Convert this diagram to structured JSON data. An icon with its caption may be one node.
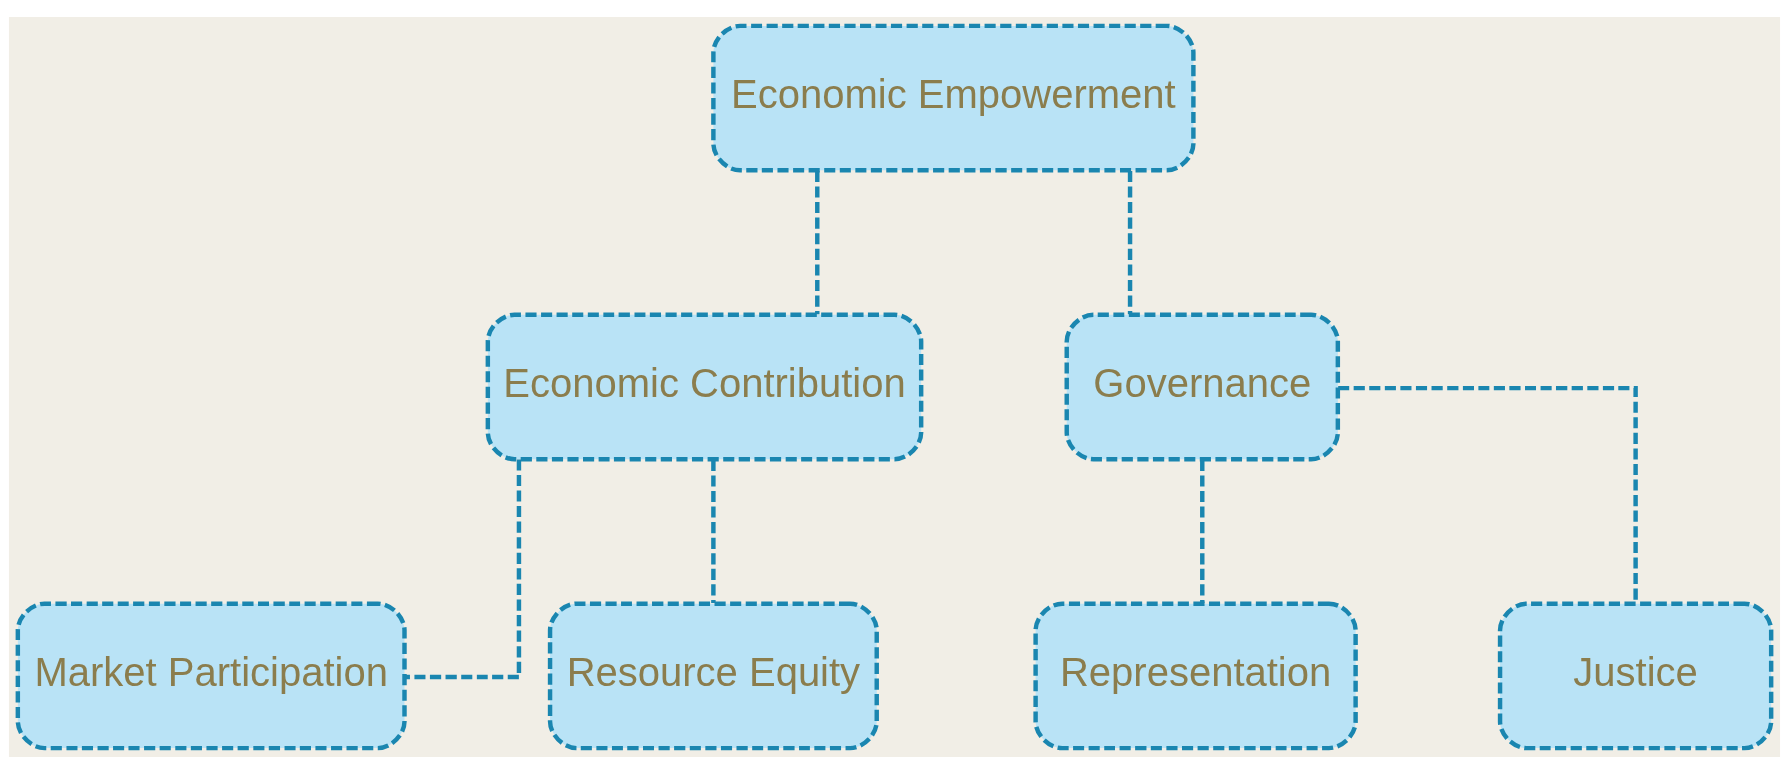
{
  "diagram": {
    "nodes": [
      {
        "text": [
          "Economic Empowerment"
        ]
      },
      {
        "text": [
          "Economic Contribution"
        ]
      },
      {
        "text": [
          "Governance"
        ]
      },
      {
        "text": [
          "Market Participation"
        ]
      },
      {
        "text": [
          "Resource Equity"
        ]
      },
      {
        "text": [
          "Representation"
        ]
      },
      {
        "text": [
          "Justice"
        ]
      }
    ],
    "edges": [
      {
        "from": 0,
        "to": 1,
        "arrow": "none",
        "style": "dashed"
      },
      {
        "from": 0,
        "to": 2,
        "arrow": "none",
        "style": "dashed"
      },
      {
        "from": 1,
        "to": 3,
        "arrow": "none",
        "style": "dashed"
      },
      {
        "from": 1,
        "to": 4,
        "arrow": "none",
        "style": "dashed"
      },
      {
        "from": 2,
        "to": 5,
        "arrow": "none",
        "style": "dashed"
      },
      {
        "from": 2,
        "to": 6,
        "arrow": "none",
        "style": "dashed"
      }
    ]
  }
}
